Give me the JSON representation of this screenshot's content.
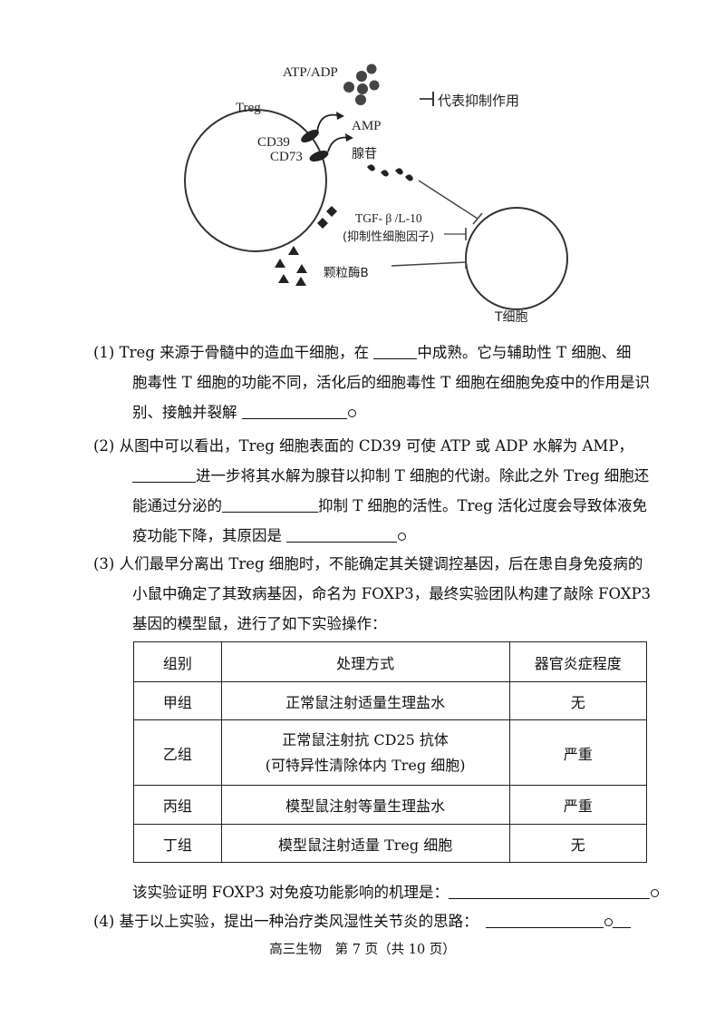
{
  "diagram": {
    "atp_adp": "ATP/ADP",
    "legend": "代表抑制作用",
    "treg": "Treg",
    "amp": "AMP",
    "cd39": "CD39",
    "cd73": "CD73",
    "adenosine": "腺苷",
    "tgf": "TGF- β /L-10",
    "tgf_note": "(抑制性细胞因子)",
    "granzyme": "颗粒酶B",
    "t_cell": "T细胞"
  },
  "q1": {
    "l1_a": "(1) Treg 来源于骨髓中的造血干细胞，在 ",
    "l1_b": "中成熟。它与辅助性 T 细胞、细",
    "l2": "胞毒性 T 细胞的功能不同，活化后的细胞毒性 T 细胞在细胞免疫中的作用是识",
    "l3": "别、接触并裂解 "
  },
  "q2": {
    "l1": "(2) 从图中可以看出，Treg 细胞表面的 CD39 可使 ATP 或 ADP 水解为 AMP，",
    "l2": "进一步将其水解为腺苷以抑制 T 细胞的代谢。除此之外 Treg 细胞还",
    "l3_a": "能通过分泌的",
    "l3_b": "抑制 T 细胞的活性。Treg 活化过度会导致体液免",
    "l4": "疫功能下降，其原因是 "
  },
  "q3": {
    "l1": "(3) 人们最早分离出 Treg 细胞时，不能确定其关键调控基因，后在患自身免疫病的",
    "l2": "小鼠中确定了其致病基因，命名为 FOXP3，最终实验团队构建了敲除 FOXP3",
    "l3": "基因的模型鼠，进行了如下实验操作：",
    "table": {
      "headers": [
        "组别",
        "处理方式",
        "器官炎症程度"
      ],
      "rows": [
        {
          "group": "甲组",
          "treat": "正常鼠注射适量生理盐水",
          "treat2": "",
          "result": "无"
        },
        {
          "group": "乙组",
          "treat": "正常鼠注射抗 CD25 抗体",
          "treat2": "(可特异性清除体内 Treg 细胞)",
          "result": "严重"
        },
        {
          "group": "丙组",
          "treat": "模型鼠注射等量生理盐水",
          "treat2": "",
          "result": "严重"
        },
        {
          "group": "丁组",
          "treat": "模型鼠注射适量 Treg 细胞",
          "treat2": "",
          "result": "无"
        }
      ]
    },
    "conclusion": "该实验证明 FOXP3 对免疫功能影响的机理是："
  },
  "q4": {
    "l1": "(4) 基于以上实验，提出一种治疗类风湿性关节炎的思路："
  },
  "footer": "高三生物　第 7 页（共 10 页）"
}
